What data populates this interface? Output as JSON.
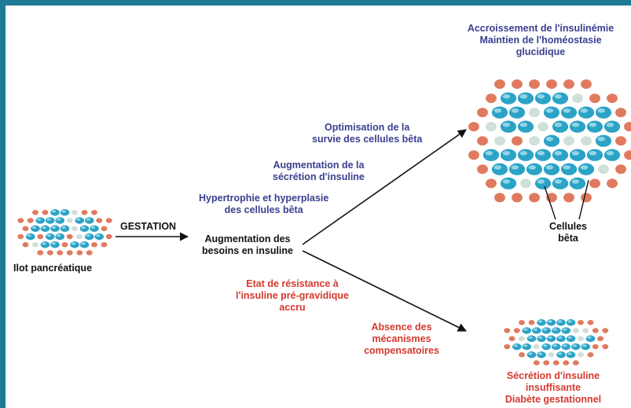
{
  "colors": {
    "frame": "#1f7a96",
    "blue_text": "#3a3f8f",
    "red_text": "#d43a2e",
    "cell_beta": "#2aa3c6",
    "cell_other": "#e07a5f",
    "cell_light": "#cfe0d8"
  },
  "labels": {
    "islet": "Ilot pancréatique",
    "gestation": "GESTATION",
    "center_line1": "Augmentation des",
    "center_line2": "besoins en insuline",
    "top_right_1": "Accroissement de l'insulinémie",
    "top_right_2": "Maintien de l'homéostasie",
    "top_right_3": "glucidique",
    "opt_1": "Optimisation de la",
    "opt_2": "survie des cellules bêta",
    "aug_1": "Augmentation de la",
    "aug_2": "sécrétion d'insuline",
    "hyp_1": "Hypertrophie et hyperplasie",
    "hyp_2": "des cellules bêta",
    "cells_1": "Cellules",
    "cells_2": "bêta",
    "res_1": "Etat de résistance à",
    "res_2": "l'insuline pré-gravidique",
    "res_3": "accru",
    "abs_1": "Absence des",
    "abs_2": "mécanismes",
    "abs_3": "compensatoires",
    "bottom_right_1": "Sécrétion d'insuline",
    "bottom_right_2": "insuffisante",
    "bottom_right_3": "Diabète gestationnel"
  }
}
